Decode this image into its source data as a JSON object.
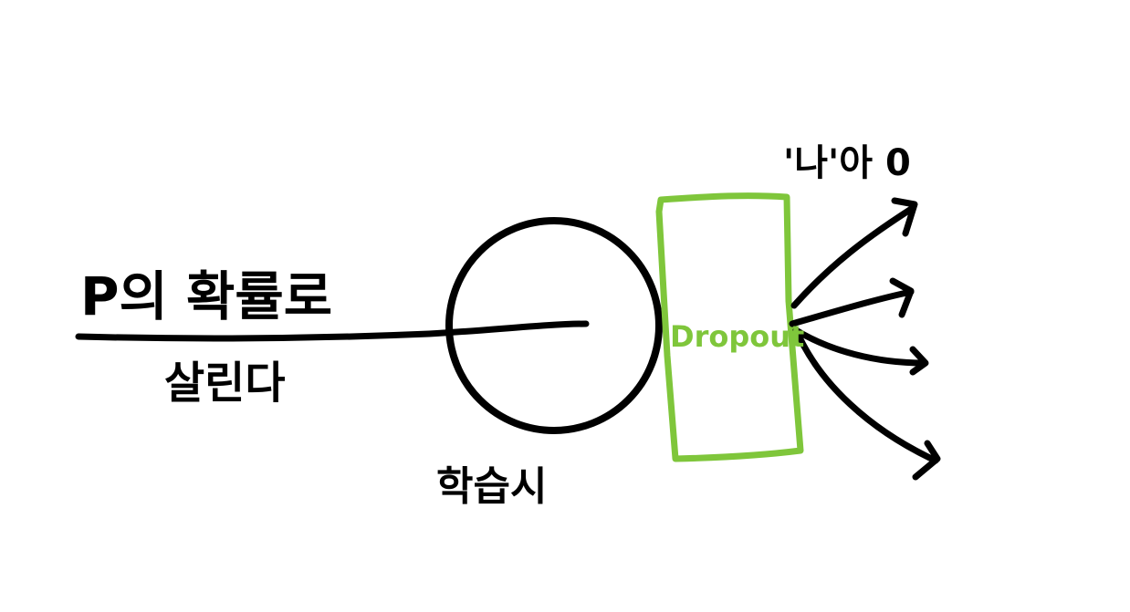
{
  "labels": {
    "top_left": "P의 확률로",
    "bottom_left": "살린다",
    "below_circle": "학습시",
    "dropout": "Dropout",
    "output": "'나'아 0"
  },
  "colors": {
    "ink": "#000000",
    "dropout": "#7fc63b",
    "background": "#ffffff"
  }
}
